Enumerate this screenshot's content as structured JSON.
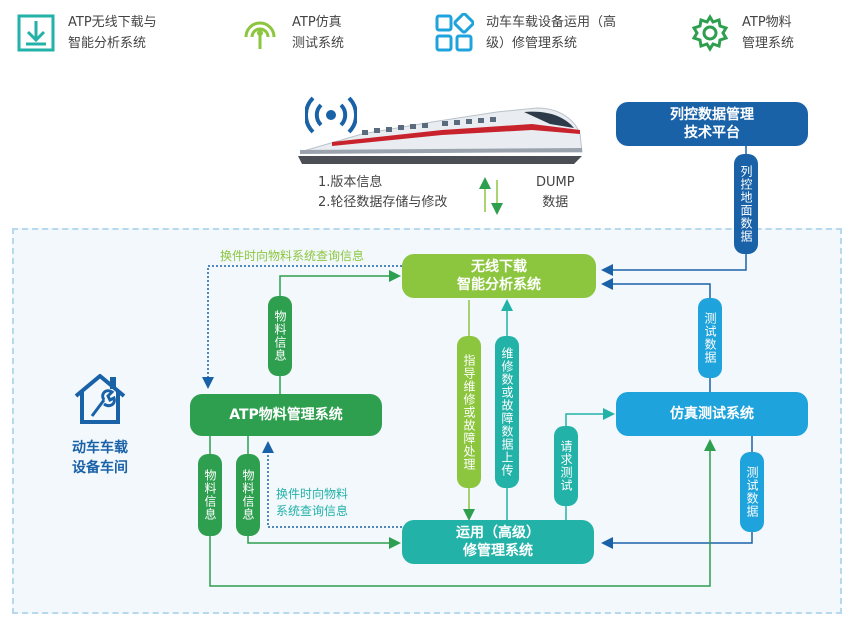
{
  "legend": [
    {
      "icon": "download-icon",
      "label": "ATP无线下载与\n智能分析系统"
    },
    {
      "icon": "signal-gauge-icon",
      "label": "ATP仿真\n测试系统"
    },
    {
      "icon": "grid-apps-icon",
      "label": "动车车载设备运用（高\n级）修管理系统"
    },
    {
      "icon": "gear-icon",
      "label": "ATP物料\n管理系统"
    }
  ],
  "train_labels": {
    "info_1": "1.版本信息",
    "info_2": "2.轮径数据存储与修改",
    "dump": "DUMP\n数据"
  },
  "platform": {
    "label": "列控数据管理\n技术平台",
    "side_pill": "列控地面数据"
  },
  "workshop_label": "动车车载\n设备车间",
  "nodes": {
    "wireless": "无线下载\n智能分析系统",
    "atp_material": "ATP物料管理系统",
    "simulation": "仿真测试系统",
    "operation": "运用（高级）\n修管理系统"
  },
  "pills": {
    "material_info_top": "物料信息",
    "material_info_left1": "物料信息",
    "material_info_left2": "物料信息",
    "guide_repair": "指导维修或故障处理",
    "repair_upload": "维修数或故障数据上传",
    "test_data_top": "测试数据",
    "test_data_right": "测试数据",
    "request_test": "请求测试"
  },
  "annotations": {
    "query_top": "换件时向物料系统查询信息",
    "query_bottom": "换件时向物料\n系统查询信息"
  },
  "colors": {
    "green_light": "#8cc63f",
    "green_dark": "#2e9e4f",
    "teal": "#22b2a8",
    "blue_light": "#1fa3dc",
    "blue_dark": "#1a62a8"
  }
}
